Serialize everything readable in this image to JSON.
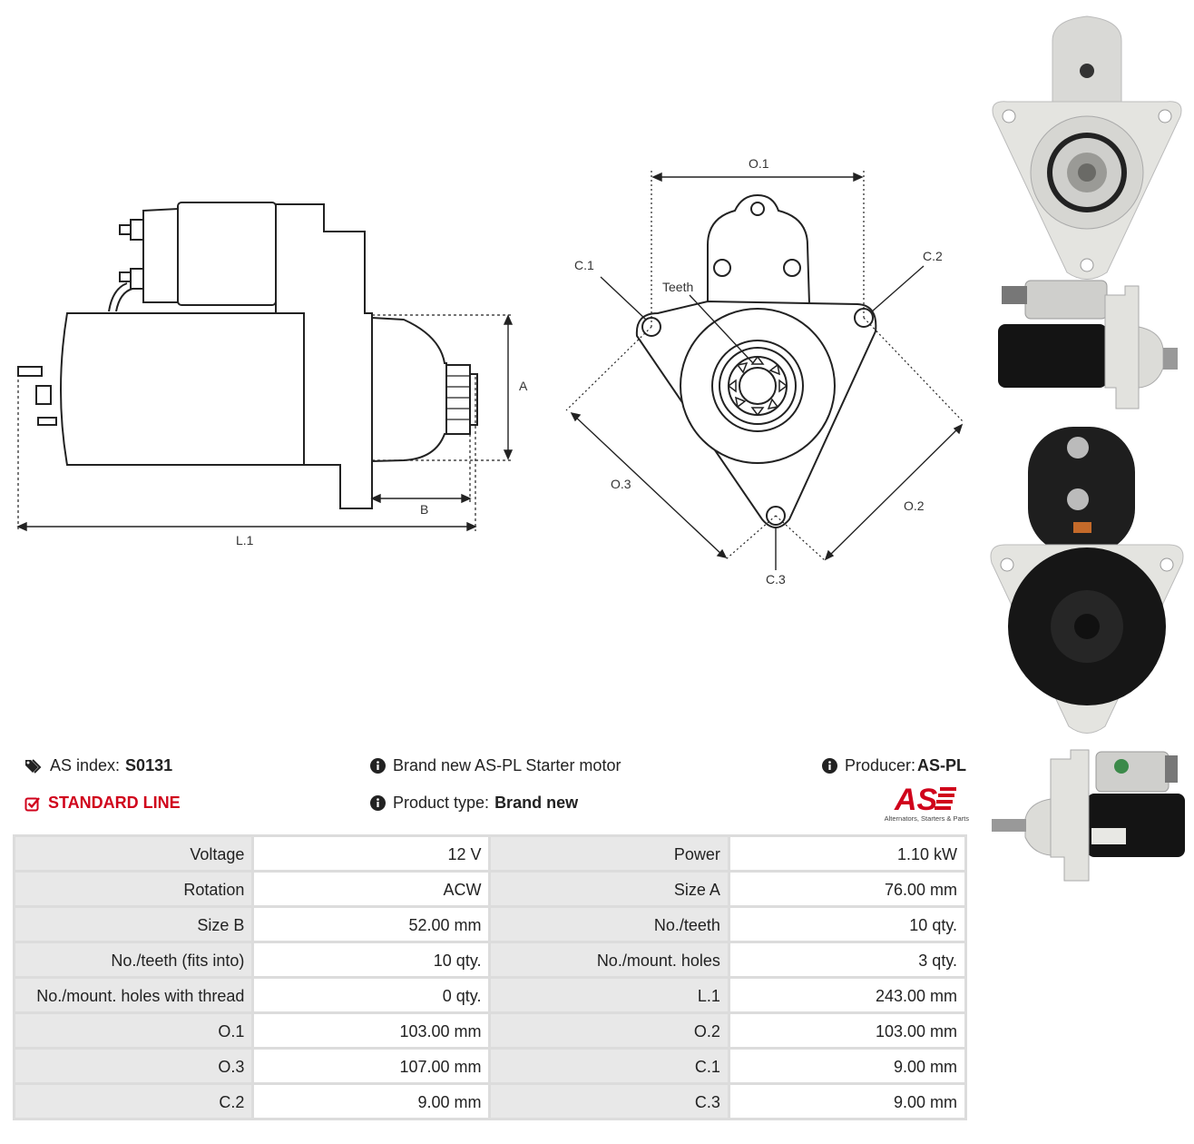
{
  "diagram": {
    "dimension_labels": {
      "a": "A",
      "b": "B",
      "l1": "L.1",
      "o1": "O.1",
      "o2": "O.2",
      "o3": "O.3",
      "c1": "C.1",
      "c2": "C.2",
      "c3": "C.3",
      "teeth": "Teeth"
    }
  },
  "info": {
    "as_index_label": "AS index:",
    "as_index_value": "S0131",
    "standard_line": "STANDARD LINE",
    "description": "Brand new AS-PL Starter motor",
    "product_type_label": "Product type:",
    "product_type_value": "Brand new",
    "producer_label": "Producer:",
    "producer_value": "AS-PL"
  },
  "logo": {
    "text": "AS",
    "tagline": "Alternators, Starters & Parts",
    "color": "#d0021b"
  },
  "icons": {
    "tags": "tags-icon",
    "check": "check-square-icon",
    "info": "info-circle-icon"
  },
  "specs": [
    [
      "Voltage",
      "12 V",
      "Power",
      "1.10 kW"
    ],
    [
      "Rotation",
      "ACW",
      "Size A",
      "76.00 mm"
    ],
    [
      "Size B",
      "52.00 mm",
      "No./teeth",
      "10 qty."
    ],
    [
      "No./teeth (fits into)",
      "10 qty.",
      "No./mount. holes",
      "3 qty."
    ],
    [
      "No./mount. holes with thread",
      "0 qty.",
      "L.1",
      "243.00 mm"
    ],
    [
      "O.1",
      "103.00 mm",
      "O.2",
      "103.00 mm"
    ],
    [
      "O.3",
      "107.00 mm",
      "C.1",
      "9.00 mm"
    ],
    [
      "C.2",
      "9.00 mm",
      "C.3",
      "9.00 mm"
    ]
  ]
}
